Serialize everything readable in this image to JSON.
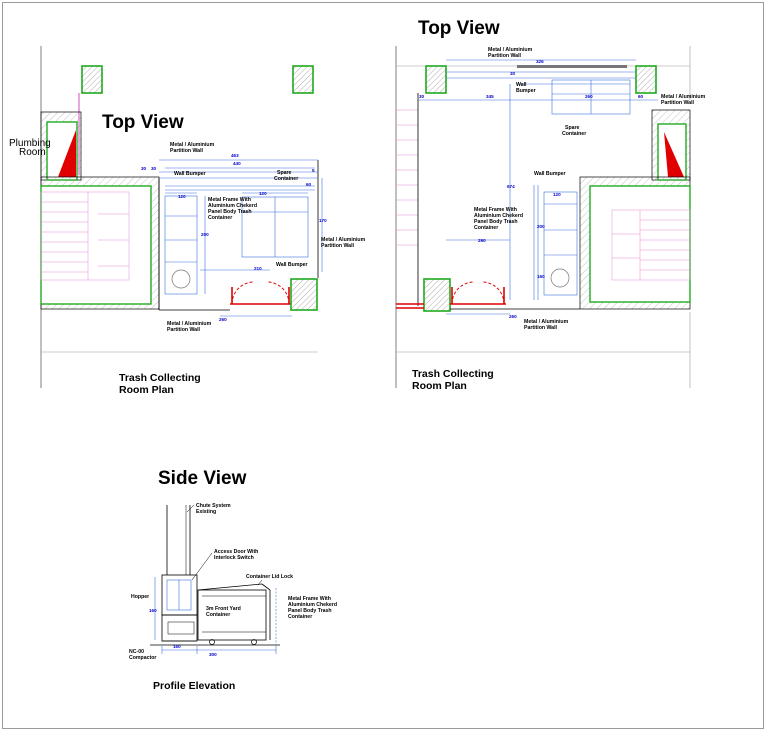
{
  "left_plan": {
    "title": "Top View",
    "caption_line1": "Trash Collecting",
    "caption_line2": "Room Plan",
    "plumbing_line1": "Plumbing",
    "plumbing_line2": "Room",
    "label_partition_top_1": "Metal / Aluminium",
    "label_partition_top_2": "Partition Wall",
    "label_wall_bumper_top": "Wall Bumper",
    "label_spare_1": "Spare",
    "label_spare_2": "Container",
    "label_frame_1": "Metal Frame With",
    "label_frame_2": "Aluminium Chekerd",
    "label_frame_3": "Panel Body Trash",
    "label_frame_4": "Container",
    "label_partition_right_1": "Metal / Aluminium",
    "label_partition_right_2": "Partition Wall",
    "label_wall_bumper_bottom": "Wall Bumper",
    "label_partition_bottom_1": "Metal / Aluminium",
    "label_partition_bottom_2": "Partition Wall",
    "dims": [
      "463",
      "440",
      "120",
      "120",
      "210",
      "260",
      "200",
      "170",
      "30",
      "30",
      "60",
      "5"
    ]
  },
  "right_plan": {
    "title": "Top View",
    "caption_line1": "Trash Collecting",
    "caption_line2": "Room Plan",
    "label_partition_top_1": "Metal / Aluminium",
    "label_partition_top_2": "Partition Wall",
    "label_wall_bumper_1": "Wall",
    "label_wall_bumper_2": "Bumper",
    "label_spare_1": "Spare",
    "label_spare_2": "Container",
    "label_partition_right_1": "Metal / Aluminium",
    "label_partition_right_2": "Partition Wall",
    "label_frame_1": "Metal Frame With",
    "label_frame_2": "Aluminium Chekerd",
    "label_frame_3": "Panel Body Trash",
    "label_frame_4": "Container",
    "label_wall_bumper_side": "Wall Bumper",
    "label_partition_bottom_1": "Metal / Aluminium",
    "label_partition_bottom_2": "Partition Wall",
    "dims": [
      "326",
      "345",
      "260",
      "60",
      "30",
      "674",
      "290",
      "120",
      "200",
      "160",
      "260",
      "30"
    ]
  },
  "side_view": {
    "title": "Side View",
    "caption": "Profile Elevation",
    "label_chute_1": "Chute System",
    "label_chute_2": "Existing",
    "label_access_1": "Access Door With",
    "label_access_2": "Interlock Switch",
    "label_lid_lock": "Container Lid Lock",
    "label_hopper": "Hopper",
    "label_container_1": "3m Front Yard",
    "label_container_2": "Container",
    "label_frame_1": "Metal Frame With",
    "label_frame_2": "Aluminium Chekerd",
    "label_frame_3": "Panel Body Trash",
    "label_frame_4": "Container",
    "label_compactor_1": "NC-00",
    "label_compactor_2": "Compactor",
    "dims": [
      "160",
      "300",
      "160"
    ]
  }
}
